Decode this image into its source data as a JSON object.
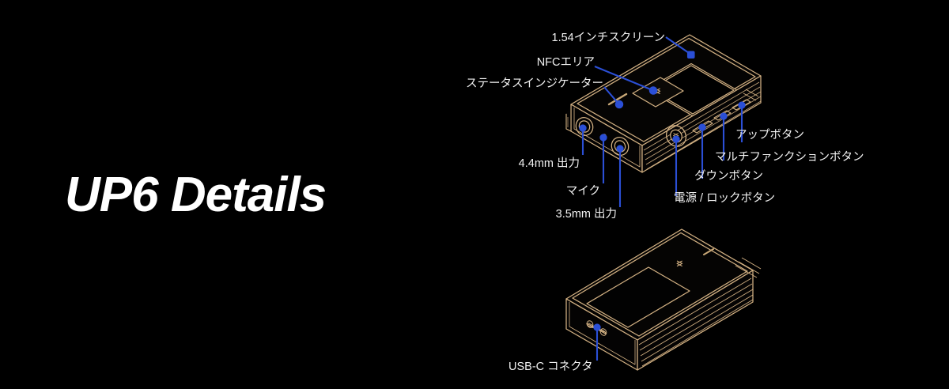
{
  "page": {
    "background_color": "#000000",
    "title": "UP6 Details",
    "accent_line_color": "#2b4fd6",
    "device_line_color": "#d3b183",
    "label_text_color": "#f2f2f2"
  },
  "devices": [
    {
      "name": "front-top-isometric-view",
      "description": "Digital audio player shown from the front-top isometric angle with screen, NFC area, side ports and side buttons"
    },
    {
      "name": "rear-bottom-isometric-view",
      "description": "Digital audio player shown from the rear isometric angle with USB-C connector on the bottom edge"
    }
  ],
  "callouts": {
    "screen": {
      "label": "1.54インチスクリーン",
      "align": "right"
    },
    "nfc_area": {
      "label": "NFCエリア",
      "align": "right"
    },
    "status_indicator": {
      "label": "ステータスインジケーター",
      "align": "right"
    },
    "balanced_output": {
      "label": "4.4mm 出力",
      "align": "right"
    },
    "microphone": {
      "label": "マイク",
      "align": "right"
    },
    "single_ended_output": {
      "label": "3.5mm 出力",
      "align": "right"
    },
    "up_button": {
      "label": "アップボタン",
      "align": "left"
    },
    "multifunction_button": {
      "label": "マルチファンクションボタン",
      "align": "left"
    },
    "down_button": {
      "label": "ダウンボタン",
      "align": "left"
    },
    "power_lock_button": {
      "label": "電源 / ロックボタン",
      "align": "left"
    },
    "usb_c_connector": {
      "label": "USB-C コネクタ",
      "align": "left"
    }
  }
}
